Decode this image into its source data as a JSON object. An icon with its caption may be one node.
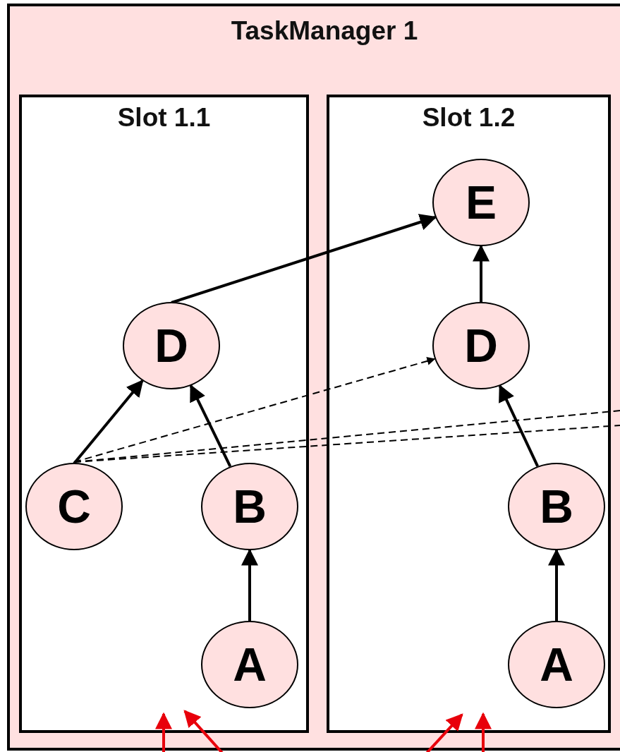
{
  "diagram": {
    "nodes": [
      {
        "text": [
          "TaskManager 1"
        ]
      },
      {
        "text": [
          "Slot 1.1"
        ],
        "in": 0
      },
      {
        "text": [
          "Slot 1.2"
        ],
        "in": 0
      },
      {
        "text": [
          "D"
        ],
        "in": 1
      },
      {
        "text": [
          "C"
        ],
        "in": 1
      },
      {
        "text": [
          "B"
        ],
        "in": 1
      },
      {
        "text": [
          "A"
        ],
        "in": 1
      },
      {
        "text": [
          "E"
        ],
        "in": 2
      },
      {
        "text": [
          "D"
        ],
        "in": 2
      },
      {
        "text": [
          "B"
        ],
        "in": 2
      },
      {
        "text": [
          "A"
        ],
        "in": 2
      }
    ],
    "edges": [
      {
        "from": 4,
        "to": 3,
        "arrow": "to"
      },
      {
        "from": 5,
        "to": 3,
        "arrow": "to"
      },
      {
        "from": 6,
        "to": 5,
        "arrow": "to"
      },
      {
        "from": 3,
        "to": 7,
        "arrow": "to"
      },
      {
        "from": 8,
        "to": 7,
        "arrow": "to"
      },
      {
        "from": 9,
        "to": 8,
        "arrow": "to"
      },
      {
        "from": 10,
        "to": 9,
        "arrow": "to"
      },
      {
        "from": 4,
        "to": 8,
        "arrow": "to",
        "style": "dashed"
      },
      {
        "from": 4,
        "to": null,
        "arrow": "none",
        "style": "dashed"
      },
      {
        "from": 4,
        "to": null,
        "arrow": "none",
        "style": "dashed"
      },
      {
        "from": null,
        "to": 1,
        "arrow": "to",
        "color": "#e8000b"
      },
      {
        "from": null,
        "to": 1,
        "arrow": "to",
        "color": "#e8000b"
      },
      {
        "from": null,
        "to": 2,
        "arrow": "to",
        "color": "#e8000b"
      },
      {
        "from": null,
        "to": 2,
        "arrow": "to",
        "color": "#e8000b"
      }
    ]
  }
}
